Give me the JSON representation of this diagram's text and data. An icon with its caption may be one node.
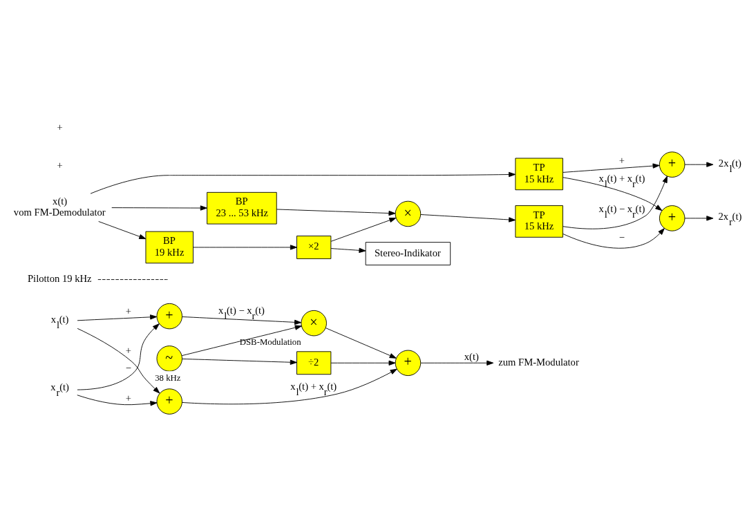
{
  "diagram": {
    "nodes": [
      {
        "text": [
          "x$_{l}$(t)"
        ]
      },
      {
        "text": [
          "x$_{r}$(t)"
        ]
      },
      {
        "text": [
          "+"
        ]
      },
      {
        "text": [
          "+"
        ]
      },
      {
        "text": [
          "×"
        ],
        "beside": [
          "DSB-Modulation"
        ]
      },
      {
        "text": [
          "~"
        ],
        "beside": [
          "38 kHz"
        ]
      },
      {
        "text": [
          "÷2"
        ]
      },
      {
        "text": [
          "+"
        ]
      },
      {
        "text": [
          "zum FM-Modulator"
        ]
      },
      {
        "text": [
          "Pilotton 19 kHz"
        ]
      },
      {
        "text": [
          "x(t)",
          "vom FM-Demodulator"
        ]
      },
      {
        "text": [
          "BP",
          "23 ... 53 kHz"
        ]
      },
      {
        "text": [
          "BP",
          "19 kHz"
        ]
      },
      {
        "text": [
          "TP",
          "15 kHz"
        ]
      },
      {
        "text": [
          "×"
        ]
      },
      {
        "text": [
          "×2"
        ]
      },
      {
        "text": [
          "Stereo-Indikator"
        ]
      },
      {
        "text": [
          "TP",
          "15 kHz"
        ]
      },
      {
        "text": [
          "+"
        ]
      },
      {
        "text": [
          "+"
        ]
      },
      {
        "text": [
          "2x$_{l}$(t)"
        ]
      },
      {
        "text": [
          "2x$_{r}$(t)"
        ]
      }
    ],
    "edges": [
      {
        "from": 0,
        "to": 2,
        "arrow": "to",
        "label": "+"
      },
      {
        "from": 0,
        "to": 3,
        "arrow": "to",
        "label": "+"
      },
      {
        "from": 1,
        "to": 3,
        "arrow": "to",
        "label": "+"
      },
      {
        "from": 1,
        "to": 2,
        "arrow": "to",
        "label": "−"
      },
      {
        "from": 2,
        "to": 4,
        "arrow": "to",
        "label": "x$_{l}$(t) − x$_{r}$(t)"
      },
      {
        "from": 5,
        "to": 4,
        "arrow": "to"
      },
      {
        "from": 5,
        "to": 6,
        "arrow": "to"
      },
      {
        "from": 4,
        "to": 7,
        "arrow": "to"
      },
      {
        "from": 6,
        "to": 7,
        "arrow": "to"
      },
      {
        "from": 3,
        "to": 7,
        "arrow": "to",
        "label": "x$_{l}$(t) + x$_{r}$(t)"
      },
      {
        "from": 7,
        "to": 8,
        "arrow": "to",
        "label": "x(t)"
      },
      {
        "from": 9,
        "to": null,
        "arrow": "none",
        "style": "dashed"
      },
      {
        "from": 10,
        "to": 11,
        "arrow": "to"
      },
      {
        "from": 10,
        "to": 12,
        "arrow": "to"
      },
      {
        "from": 10,
        "to": 13,
        "arrow": "to"
      },
      {
        "from": 11,
        "to": 14,
        "arrow": "to"
      },
      {
        "from": 12,
        "to": 15,
        "arrow": "to"
      },
      {
        "from": 15,
        "to": 14,
        "arrow": "to"
      },
      {
        "from": 15,
        "to": 16,
        "arrow": "to"
      },
      {
        "from": 14,
        "to": 17,
        "arrow": "to"
      },
      {
        "from": 17,
        "to": 18,
        "arrow": "to",
        "label": "x$_{l}$(t) − x$_{r}$(t)"
      },
      {
        "from": 17,
        "to": 19,
        "arrow": "to",
        "label": "−"
      },
      {
        "from": 13,
        "to": 19,
        "arrow": "to",
        "label": "x$_{l}$(t) + x$_{r}$(t)"
      },
      {
        "from": 13,
        "to": 18,
        "arrow": "to",
        "label": "+"
      },
      {
        "from": 18,
        "to": 20,
        "arrow": "to"
      },
      {
        "from": 19,
        "to": 21,
        "arrow": "to"
      }
    ],
    "labels": [
      "+",
      "+"
    ]
  }
}
